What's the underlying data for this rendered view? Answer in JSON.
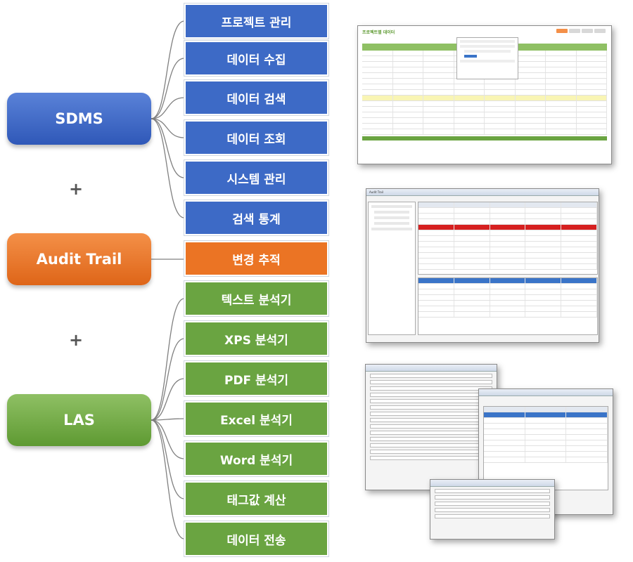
{
  "roots": {
    "sdms": "SDMS",
    "audit": "Audit Trail",
    "las": "LAS"
  },
  "plus": "+",
  "sdms_items": [
    "프로젝트 관리",
    "데이터 수집",
    "데이터 검색",
    "데이터 조회",
    "시스템 관리",
    "검색 통계"
  ],
  "audit_items": [
    "변경 추적"
  ],
  "las_items": [
    "텍스트 분석기",
    "XPS 분석기",
    "PDF 분석기",
    "Excel 분석기",
    "Word 분석기",
    "태그값 계산",
    "데이터 전송"
  ],
  "screenshots": {
    "sdms": "프로젝트별 데이터",
    "audit": "Audit Trail"
  },
  "colors": {
    "sdms": "#3d6ac6",
    "audit": "#eb7424",
    "las": "#6aa441"
  }
}
